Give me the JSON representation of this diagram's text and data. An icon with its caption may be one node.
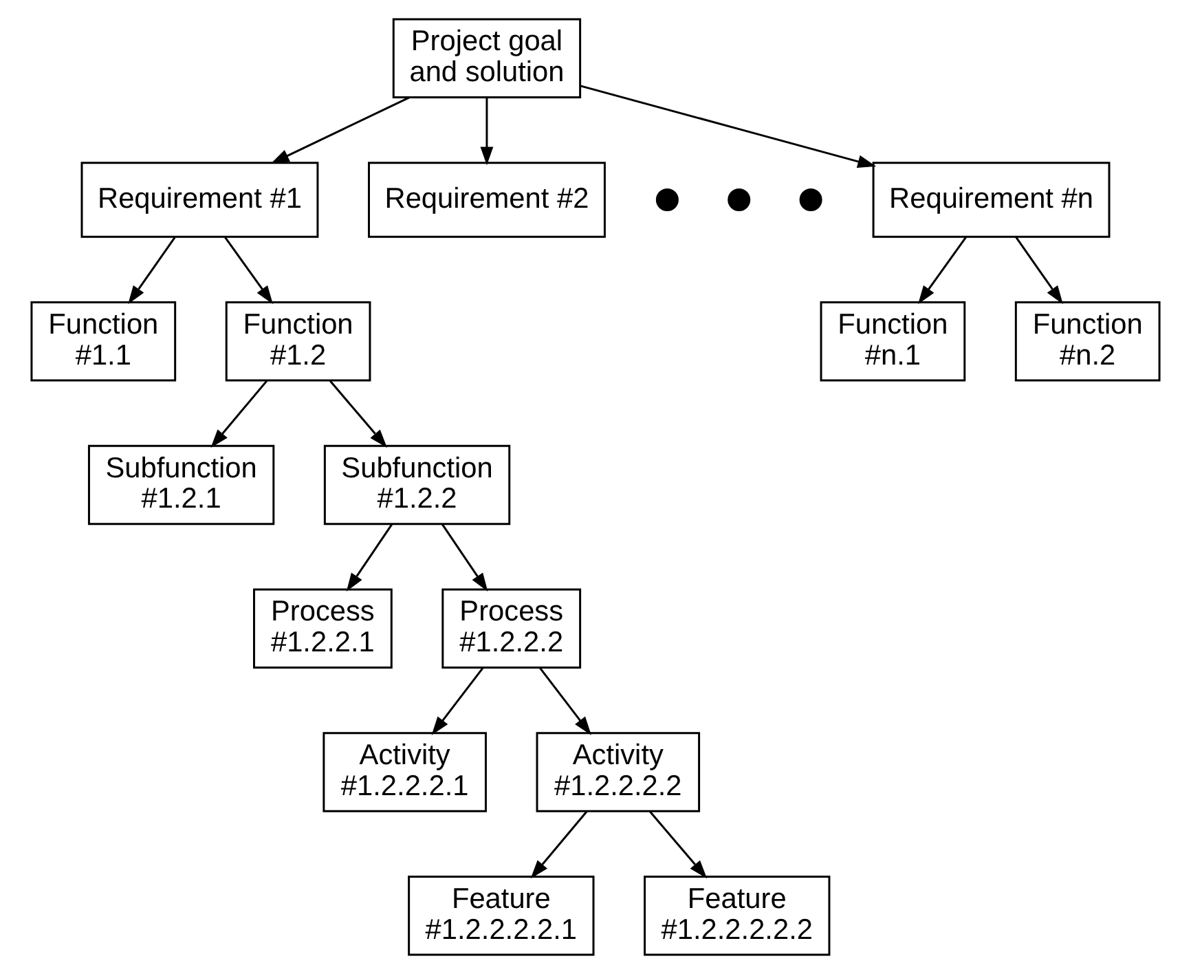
{
  "diagram": {
    "nodes": [
      {
        "text": [
          "Project goal and solution"
        ]
      },
      {
        "text": [
          "Requirement #1"
        ]
      },
      {
        "text": [
          "Requirement #2"
        ]
      },
      {
        "text": [],
        "shape": "dot"
      },
      {
        "text": [],
        "shape": "dot"
      },
      {
        "text": [],
        "shape": "dot"
      },
      {
        "text": [
          "Requirement #n"
        ]
      },
      {
        "text": [
          "Function #1.1"
        ]
      },
      {
        "text": [
          "Function #1.2"
        ]
      },
      {
        "text": [
          "Function #n.1"
        ]
      },
      {
        "text": [
          "Function #n.2"
        ]
      },
      {
        "text": [
          "Subfunction #1.2.1"
        ]
      },
      {
        "text": [
          "Subfunction #1.2.2"
        ]
      },
      {
        "text": [
          "Process #1.2.2.1"
        ]
      },
      {
        "text": [
          "Process #1.2.2.2"
        ]
      },
      {
        "text": [
          "Activity #1.2.2.2.1"
        ]
      },
      {
        "text": [
          "Activity #1.2.2.2.2"
        ]
      },
      {
        "text": [
          "Feature #1.2.2.2.2.1"
        ]
      },
      {
        "text": [
          "Feature #1.2.2.2.2.2"
        ]
      }
    ],
    "edges": [
      {
        "from": 0,
        "to": 1,
        "arrow": "to"
      },
      {
        "from": 0,
        "to": 2,
        "arrow": "to"
      },
      {
        "from": 0,
        "to": 6,
        "arrow": "to"
      },
      {
        "from": 1,
        "to": 7,
        "arrow": "to"
      },
      {
        "from": 1,
        "to": 8,
        "arrow": "to"
      },
      {
        "from": 6,
        "to": 9,
        "arrow": "to"
      },
      {
        "from": 6,
        "to": 10,
        "arrow": "to"
      },
      {
        "from": 8,
        "to": 11,
        "arrow": "to"
      },
      {
        "from": 8,
        "to": 12,
        "arrow": "to"
      },
      {
        "from": 12,
        "to": 13,
        "arrow": "to"
      },
      {
        "from": 12,
        "to": 14,
        "arrow": "to"
      },
      {
        "from": 14,
        "to": 15,
        "arrow": "to"
      },
      {
        "from": 14,
        "to": 16,
        "arrow": "to"
      },
      {
        "from": 16,
        "to": 17,
        "arrow": "to"
      },
      {
        "from": 16,
        "to": 18,
        "arrow": "to"
      }
    ]
  }
}
